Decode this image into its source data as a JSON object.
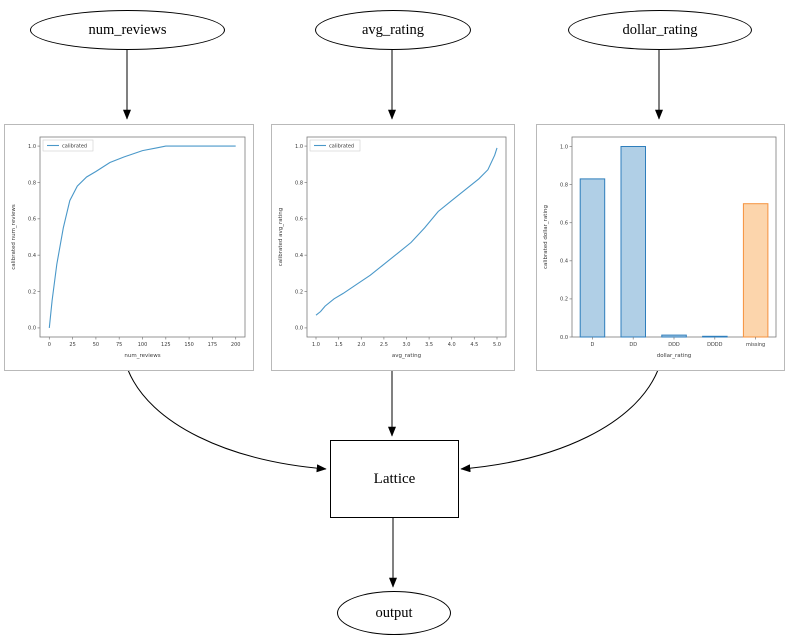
{
  "diagram": {
    "nodes": {
      "num_reviews": {
        "label": "num_reviews"
      },
      "avg_rating": {
        "label": "avg_rating"
      },
      "dollar_rating": {
        "label": "dollar_rating"
      },
      "lattice": {
        "label": "Lattice"
      },
      "output": {
        "label": "output"
      }
    },
    "edges": [
      {
        "from": "num_reviews",
        "to": "calibrator_num_reviews"
      },
      {
        "from": "avg_rating",
        "to": "calibrator_avg_rating"
      },
      {
        "from": "dollar_rating",
        "to": "calibrator_dollar_rating"
      },
      {
        "from": "calibrator_num_reviews",
        "to": "lattice"
      },
      {
        "from": "calibrator_avg_rating",
        "to": "lattice"
      },
      {
        "from": "calibrator_dollar_rating",
        "to": "lattice"
      },
      {
        "from": "lattice",
        "to": "output"
      }
    ]
  },
  "colors": {
    "edge": "#000000",
    "node_border": "#000000",
    "line": "#4a98c9",
    "bar_blue_fill": "#b0cfe6",
    "bar_blue_edge": "#2e7ebc",
    "bar_orange_fill": "#fcd5ac",
    "bar_orange_edge": "#f5923e",
    "spine": "#7a7a7a",
    "tick_text": "#3a3a3a",
    "panel_border": "#b9b9b9"
  },
  "chart_data": [
    {
      "type": "line",
      "name": "calibrator_num_reviews",
      "title": "",
      "xlabel": "num_reviews",
      "ylabel": "calibrated num_reviews",
      "legend": "calibrated",
      "legend_position": "upper left",
      "grid": false,
      "xlim": [
        -10,
        210
      ],
      "ylim": [
        -0.05,
        1.05
      ],
      "xtick_values": [
        0,
        25,
        50,
        75,
        100,
        125,
        150,
        175,
        200
      ],
      "xtick_labels": [
        "0",
        "25",
        "50",
        "75",
        "100",
        "125",
        "150",
        "175",
        "200"
      ],
      "ytick_values": [
        0,
        0.2,
        0.4,
        0.6,
        0.8,
        1
      ],
      "ytick_labels": [
        "0.0",
        "0.2",
        "0.4",
        "0.6",
        "0.8",
        "1.0"
      ],
      "x": [
        0,
        3,
        8,
        15,
        22,
        30,
        40,
        50,
        65,
        80,
        100,
        115,
        125,
        150,
        175,
        200
      ],
      "y": [
        0.0,
        0.15,
        0.35,
        0.55,
        0.7,
        0.78,
        0.83,
        0.86,
        0.91,
        0.94,
        0.975,
        0.99,
        1.0,
        1.0,
        1.0,
        1.0
      ]
    },
    {
      "type": "line",
      "name": "calibrator_avg_rating",
      "title": "",
      "xlabel": "avg_rating",
      "ylabel": "calibrated avg_rating",
      "legend": "calibrated",
      "legend_position": "upper left",
      "grid": false,
      "xlim": [
        0.8,
        5.2
      ],
      "ylim": [
        -0.05,
        1.05
      ],
      "xtick_values": [
        1.0,
        1.5,
        2.0,
        2.5,
        3.0,
        3.5,
        4.0,
        4.5,
        5.0
      ],
      "xtick_labels": [
        "1.0",
        "1.5",
        "2.0",
        "2.5",
        "3.0",
        "3.5",
        "4.0",
        "4.5",
        "5.0"
      ],
      "ytick_values": [
        0,
        0.2,
        0.4,
        0.6,
        0.8,
        1
      ],
      "ytick_labels": [
        "0.0",
        "0.2",
        "0.4",
        "0.6",
        "0.8",
        "1.0"
      ],
      "x": [
        1.0,
        1.1,
        1.2,
        1.4,
        1.6,
        1.9,
        2.2,
        2.5,
        2.8,
        3.1,
        3.4,
        3.7,
        4.0,
        4.3,
        4.6,
        4.8,
        4.95,
        5.0
      ],
      "y": [
        0.07,
        0.09,
        0.12,
        0.16,
        0.19,
        0.24,
        0.29,
        0.35,
        0.41,
        0.47,
        0.55,
        0.64,
        0.7,
        0.76,
        0.82,
        0.87,
        0.95,
        0.99
      ]
    },
    {
      "type": "bar",
      "name": "calibrator_dollar_rating",
      "title": "",
      "xlabel": "dollar_rating",
      "ylabel": "calibrated dollar_rating",
      "grid": false,
      "categories": [
        "D",
        "DD",
        "DDD",
        "DDDD",
        "missing"
      ],
      "values": [
        0.83,
        1.0,
        0.01,
        0.0,
        0.7
      ],
      "bar_palette": [
        "blue",
        "blue",
        "blue",
        "blue",
        "orange"
      ],
      "ylim": [
        0,
        1.05
      ],
      "ytick_values": [
        0,
        0.2,
        0.4,
        0.6,
        0.8,
        1
      ],
      "ytick_labels": [
        "0.0",
        "0.2",
        "0.4",
        "0.6",
        "0.8",
        "1.0"
      ]
    }
  ]
}
